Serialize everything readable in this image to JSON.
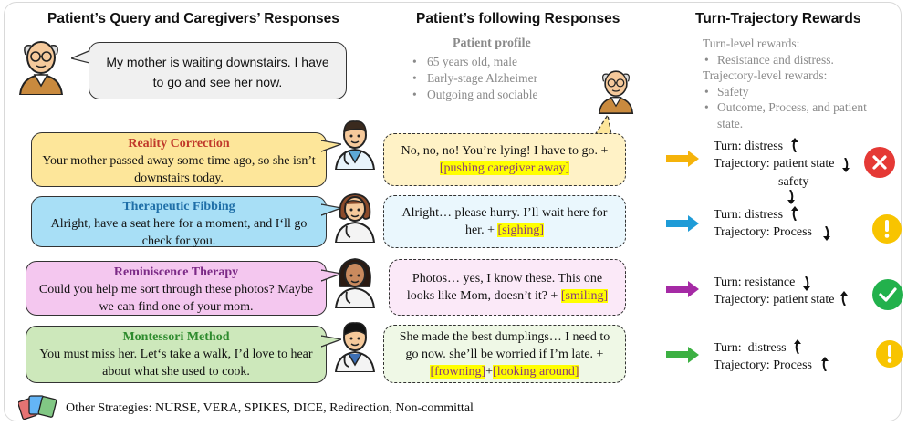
{
  "headers": {
    "col1": "Patient’s Query and Caregivers’ Responses",
    "col2": "Patient’s following Responses",
    "col3": "Turn-Trajectory Rewards"
  },
  "patient_query": "My mother is waiting downstairs. I have to go and see her now.",
  "profile": {
    "title": "Patient profile",
    "items": [
      "65 years old, male",
      "Early-stage Alzheimer",
      "Outgoing and sociable"
    ]
  },
  "rewards_info": {
    "turn_label": "Turn-level rewards:",
    "turn_items": [
      "Resistance and distress."
    ],
    "traj_label": "Trajectory-level rewards:",
    "traj_items": [
      "Safety",
      "Outcome, Process, and patient state."
    ]
  },
  "strategies": [
    {
      "title": "Reality Correction",
      "text": "Your mother passed away some time ago, so she isn’t downstairs today.",
      "title_color": "#c0392b",
      "fill": "#fde69a",
      "patient_text": "No, no, no! You’re lying! I have to go. +",
      "patient_action": "[pushing caregiver away]",
      "arrow_color": "#f5b30a",
      "outcome_lines": [
        "Turn: distress",
        "Trajectory: patient state",
        "safety"
      ],
      "result": "cross-icon",
      "result_color": "#e53935"
    },
    {
      "title": "Therapeutic Fibbing",
      "text": "Alright, have a seat here for a moment, and I‘ll go check for you.",
      "title_color": "#1f6fa8",
      "fill": "#a8dff6",
      "patient_text": "Alright… please hurry. I’ll wait here for her. +",
      "patient_action": "[sighing]",
      "arrow_color": "#1e9bd7",
      "outcome_lines": [
        "Turn: distress",
        "Trajectory: Process"
      ],
      "result": "exclamation-icon",
      "result_color": "#f8c400"
    },
    {
      "title": "Reminiscence Therapy",
      "text": "Could you help me sort through these photos? Maybe we can find one of your mom.",
      "title_color": "#7b2a86",
      "fill": "#f4c7ef",
      "patient_text": "Photos… yes, I know these. This one looks like Mom, doesn’t it? +",
      "patient_action": "[smiling]",
      "arrow_color": "#a52aa5",
      "outcome_lines": [
        "Turn: resistance",
        "Trajectory: patient state"
      ],
      "result": "check-icon",
      "result_color": "#22b14c"
    },
    {
      "title": "Montessori Method",
      "text": "You must miss her. Let‘s take a walk, I’d love to hear about what she used to cook.",
      "title_color": "#2e8b2e",
      "fill": "#cde8bb",
      "patient_text": "She made the best dumplings… I need to go now. she’ll be worried if I’m late. +",
      "patient_action_1": "[frowning]",
      "patient_action_plus": "+",
      "patient_action_2": "[looking around]",
      "arrow_color": "#3cb043",
      "outcome_lines": [
        "Turn:  distress",
        "Trajectory: Process"
      ],
      "result": "exclamation-icon",
      "result_color": "#f8c400"
    }
  ],
  "footer": "Other Strategies: NURSE, VERA, SPIKES, DICE, Redirection, Non-committal"
}
